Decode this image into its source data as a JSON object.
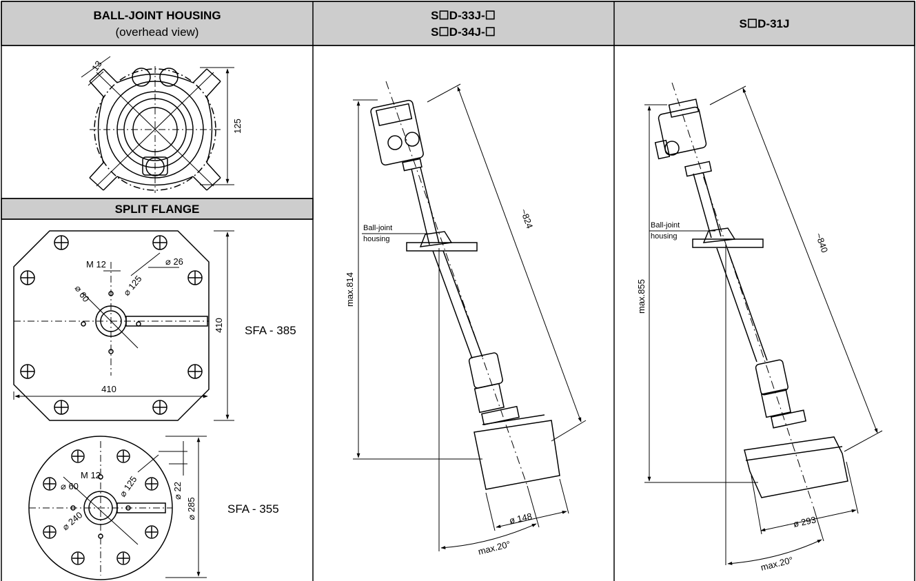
{
  "headers": {
    "ball_joint_title": "BALL-JOINT HOUSING",
    "ball_joint_sub": "(overhead view)",
    "model_a_line1": "S☐D-33J-☐",
    "model_a_line2": "S☐D-34J-☐",
    "model_b": "S☐D-31J",
    "split_flange": "SPLIT FLANGE"
  },
  "ball_joint": {
    "dim_width": "13",
    "dim_height": "125"
  },
  "flange_385": {
    "name": "SFA - 385",
    "thread": "M 12",
    "dia_hole": "⌀ 26",
    "dia_inner": "⌀ 60",
    "dia_pitch": "⌀ 125",
    "width": "410",
    "height": "410"
  },
  "flange_355": {
    "name": "SFA - 355",
    "thread": "M 12",
    "dia_inner": "⌀ 60",
    "dia_pitch": "⌀ 125",
    "dia_bolt": "⌀ 240",
    "dia_hole": "⌀ 22",
    "dia_outer": "⌀ 285"
  },
  "sensor_a": {
    "label_line1": "Ball-joint",
    "label_line2": "housing",
    "length": "~824",
    "max_height": "max.814",
    "antenna_dia": "ø 148",
    "tilt": "max.20°"
  },
  "sensor_b": {
    "label_line1": "Ball-joint",
    "label_line2": "housing",
    "length": "~840",
    "max_height": "max.855",
    "antenna_dia": "ø 293",
    "tilt": "max.20°"
  },
  "colors": {
    "header_bg": "#cdcdcd",
    "line": "#000000"
  }
}
